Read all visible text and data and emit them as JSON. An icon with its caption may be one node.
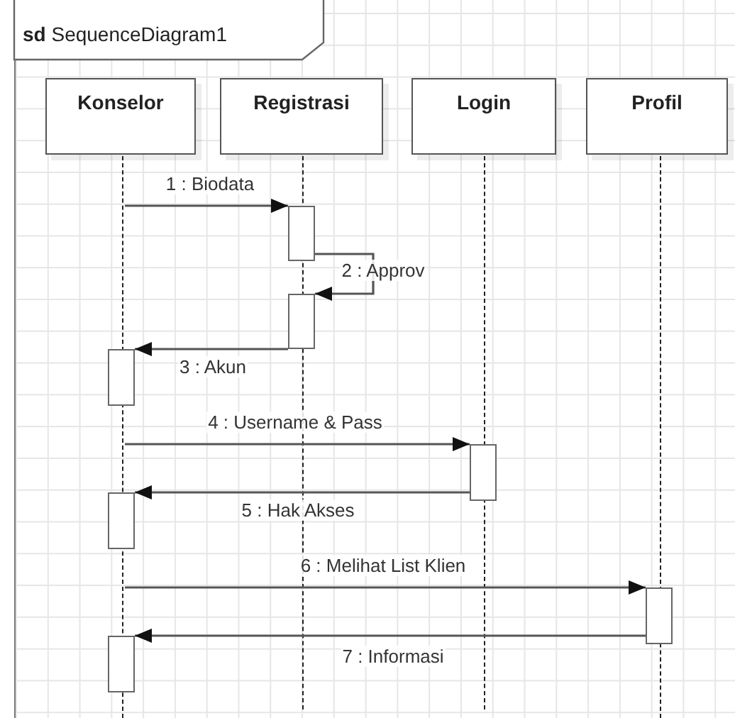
{
  "diagram": {
    "title": "**sd** SequenceDiagram1",
    "nodes": [
      {
        "text": [
          "Konselor"
        ]
      },
      {
        "text": [
          "Registrasi"
        ]
      },
      {
        "text": [
          "Login"
        ]
      },
      {
        "text": [
          "Profil"
        ]
      },
      {
        "text": [],
        "shape": "line"
      },
      {
        "text": [],
        "shape": "line"
      },
      {
        "text": [],
        "shape": "line"
      },
      {
        "text": [],
        "shape": "line"
      },
      {
        "text": [],
        "shape": "bar"
      },
      {
        "text": [],
        "shape": "bar"
      },
      {
        "text": [],
        "shape": "bar"
      },
      {
        "text": [],
        "shape": "bar"
      },
      {
        "text": [],
        "shape": "bar"
      },
      {
        "text": [],
        "shape": "bar"
      },
      {
        "text": [],
        "shape": "bar"
      }
    ],
    "edges": [
      {
        "from": 4,
        "to": 8,
        "arrow": "to",
        "label": "1 : Biodata"
      },
      {
        "from": 8,
        "to": 9,
        "arrow": "to",
        "label": "2 : Approv"
      },
      {
        "from": 9,
        "to": 10,
        "arrow": "to",
        "label": "3 : Akun"
      },
      {
        "from": 4,
        "to": 11,
        "arrow": "to",
        "label": "4 : Username & Pass"
      },
      {
        "from": 11,
        "to": 12,
        "arrow": "to",
        "label": "5 : Hak Akses"
      },
      {
        "from": 4,
        "to": 13,
        "arrow": "to",
        "label": "6 : Melihat List Klien"
      },
      {
        "from": 13,
        "to": 14,
        "arrow": "to",
        "label": "7 : Informasi"
      }
    ]
  }
}
